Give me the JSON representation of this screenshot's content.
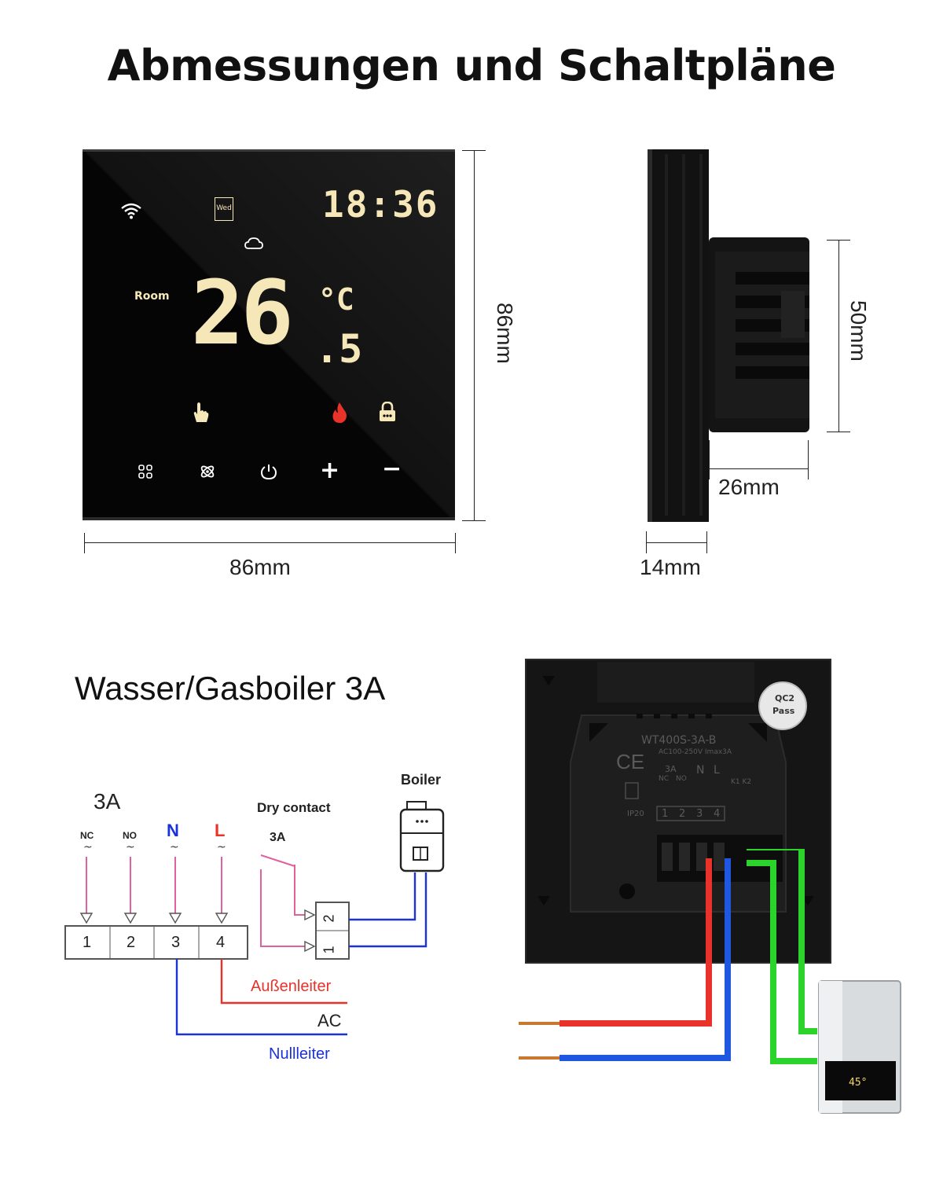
{
  "title": "Abmessungen und Schaltpläne",
  "front_panel": {
    "clock": "18:36",
    "day": "Wed",
    "room_label": "Room",
    "temperature_main": "26",
    "temperature_decimal": ".5",
    "temperature_unit": "°C",
    "icons": [
      "wifi-icon",
      "calendar-icon",
      "cloud-icon",
      "hand-icon",
      "flame-icon",
      "lock-icon",
      "menu-icon",
      "fan-icon",
      "power-icon",
      "plus-icon",
      "minus-icon"
    ],
    "plus_symbol": "+",
    "minus_symbol": "−",
    "flame_color": "#e8322a",
    "lcd_color": "#f6e7b8"
  },
  "dimensions": {
    "front_width": "86mm",
    "front_height": "86mm",
    "side_height": "50mm",
    "side_depth": "26mm",
    "side_thickness": "14mm"
  },
  "wiring": {
    "title": "Wasser/Gasboiler 3A",
    "rating": "3A",
    "terminal_labels": [
      "NC",
      "NO",
      "N",
      "L"
    ],
    "terminal_numbers": [
      "1",
      "2",
      "3",
      "4"
    ],
    "dry_contact_label": "Dry contact",
    "dry_contact_rating": "3A",
    "dry_contact_terminals": [
      "1",
      "2"
    ],
    "boiler_label": "Boiler",
    "live_label": "Außenleiter",
    "ac_label": "AC",
    "neutral_label": "Nullleiter",
    "colors": {
      "live": "#e8322a",
      "neutral": "#1a33d6",
      "contact": "#e060a0",
      "boiler_wire": "#1a33d6"
    }
  },
  "back_panel": {
    "model": "WT400S-3A-B",
    "rating": "AC100-250V Imax3A",
    "ce": "CE",
    "ip": "IP20",
    "sticker_line1": "QC2",
    "sticker_line2": "Pass",
    "terminal_rating": "3A",
    "terminal_labels": [
      "NC",
      "NO",
      "N",
      "L"
    ],
    "relay_labels": "K1 K2",
    "terminal_numbers": [
      "1",
      "2",
      "3",
      "4"
    ],
    "heater_display": "45°",
    "wire_colors": {
      "live": "#e8322a",
      "neutral": "#1f57e0",
      "contact": "#2bd32b"
    }
  }
}
